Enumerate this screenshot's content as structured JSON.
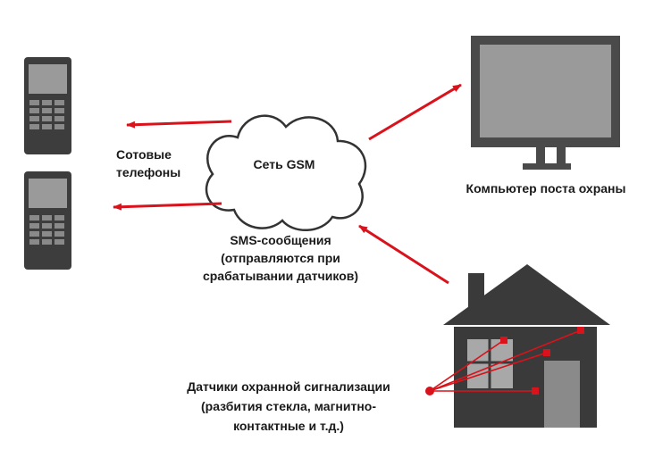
{
  "labels": {
    "gsm_network": "Сеть GSM",
    "phones_line1": "Сотовые",
    "phones_line2": "телефоны",
    "computer": "Компьютер поста охраны",
    "sms_line1": "SMS-сообщения",
    "sms_line2": "(отправляются при",
    "sms_line3": "срабатывании датчиков)",
    "sensors_line1": "Датчики охранной сигнализации",
    "sensors_line2": "(разбития стекла, магнитно-",
    "sensors_line3": "контактные и т.д.)"
  },
  "colors": {
    "arrow": "#d9121b",
    "device_dark": "#3d3d3d",
    "device_mid": "#4a4a4a",
    "screen": "#9a9a9a",
    "house": "#3a3a3a",
    "cloud_fill": "#ffffff",
    "cloud_stroke": "#333333"
  },
  "icons": {
    "phone": "mobile-phone-icon",
    "monitor": "computer-monitor-icon",
    "cloud": "cloud-icon",
    "house": "house-icon",
    "sensor": "sensor-marker-icon"
  }
}
